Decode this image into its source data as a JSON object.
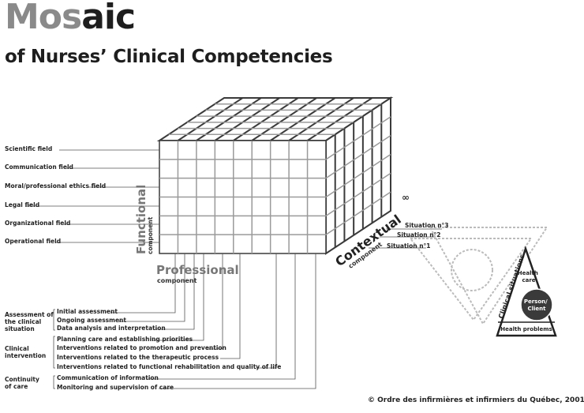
{
  "title": {
    "part1": "Mos",
    "part2": "aic",
    "subtitle": "of Nurses’ Clinical Competencies"
  },
  "fields": [
    "Scientific field",
    "Communication field",
    "Moral/professional ethics field",
    "Legal field",
    "Organizational field",
    "Operational field"
  ],
  "functional": {
    "label": "Functional",
    "sub": "component"
  },
  "professional": {
    "label": "Professional",
    "sub": "component"
  },
  "contextual": {
    "label": "Contextual",
    "sub": "component",
    "infinity": "∞"
  },
  "situations": [
    "Situation n°3",
    "Situation n°2",
    "Situation n°1"
  ],
  "groups": [
    {
      "title": "Assessment of the clinical situation",
      "items": [
        "Initial assessment",
        "Ongoing assessment",
        "Data analysis and interpretation"
      ]
    },
    {
      "title": "Clinical intervention",
      "items": [
        "Planning care and establishing priorities",
        "Interventions related to promotion and prevention",
        "Interventions related to the therapeutic process",
        "Interventions related to functional rehabilitation and quality of life"
      ]
    },
    {
      "title": "Continuity of care",
      "items": [
        "Communication of information",
        "Monitoring and supervision of care"
      ]
    }
  ],
  "triangle": {
    "side_label": "Clinical situations",
    "health_care": "Health care",
    "person": "Person/ Client",
    "health_problems": "Health problems"
  },
  "copyright": "© Ordre des infirmières et infirmiers du Québec, 2001",
  "colors": {
    "grid_dark": "#3a3a3a",
    "grid_light": "#9a9a9a",
    "title_gray": "#8a8a8a",
    "title_dark": "#1e1e1e",
    "dashed": "#b5b5b5"
  }
}
